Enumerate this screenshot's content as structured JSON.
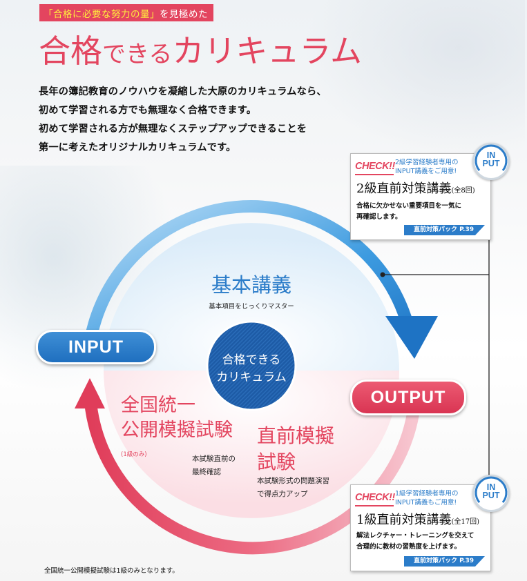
{
  "header": {
    "ribbon_prefix": "「合格に必要な努力の量」",
    "ribbon_suffix": "を見極めた",
    "title_part1": "合格",
    "title_part2": "できる",
    "title_part3": "カリキュラム"
  },
  "intro": {
    "lines": [
      "長年の簿記教育のノウハウを凝縮した大原のカリキュラムなら、",
      "初めて学習される方でも無理なく合格できます。",
      "初めて学習される方が無理なくステップアップできることを",
      "第一に考えたオリジナルカリキュラムです。"
    ]
  },
  "cycle": {
    "center_line1": "合格できる",
    "center_line2": "カリキュラム",
    "input_label": "INPUT",
    "output_label": "OUTPUT",
    "kihon_title": "基本講義",
    "kihon_sub": "基本項目をじっくりマスター",
    "zenkoku_line1": "全国統一",
    "zenkoku_line2": "公開模擬試験",
    "zenkoku_note": "(1級のみ)",
    "zenkoku_sub1": "本試験直前の",
    "zenkoku_sub2": "最終確認",
    "chokuzen_line1": "直前模擬",
    "chokuzen_line2": "試験",
    "chokuzen_sub1": "本試験形式の問題演習",
    "chokuzen_sub2": "で得点力アップ",
    "colors": {
      "blue": "#2b7cc9",
      "red": "#e3455f",
      "navy": "#1d5ba6"
    }
  },
  "cards": [
    {
      "check": "CHECK!!",
      "note1": "2級学習経験者専用の",
      "note2": "INPUT講義をご用意!",
      "course": "2級直前対策講義",
      "count": "(全8回)",
      "desc1": "合格に欠かせない重要項目を一気に",
      "desc2": "再確認します。",
      "tag": "直前対策パック P.39",
      "badge1": "IN",
      "badge2": "PUT"
    },
    {
      "check": "CHECK!!",
      "note1": "1級学習経験者専用の",
      "note2": "INPUT講義もご用意!",
      "course": "1級直前対策講義",
      "count": "(全17回)",
      "desc1": "解法レクチャー・トレーニングを交えて",
      "desc2": "合理的に教材の習熟度を上げます。",
      "tag": "直前対策パック P.39",
      "badge1": "IN",
      "badge2": "PUT"
    }
  ],
  "footnote": "全国統一公開模擬試験は1級のみとなります。"
}
